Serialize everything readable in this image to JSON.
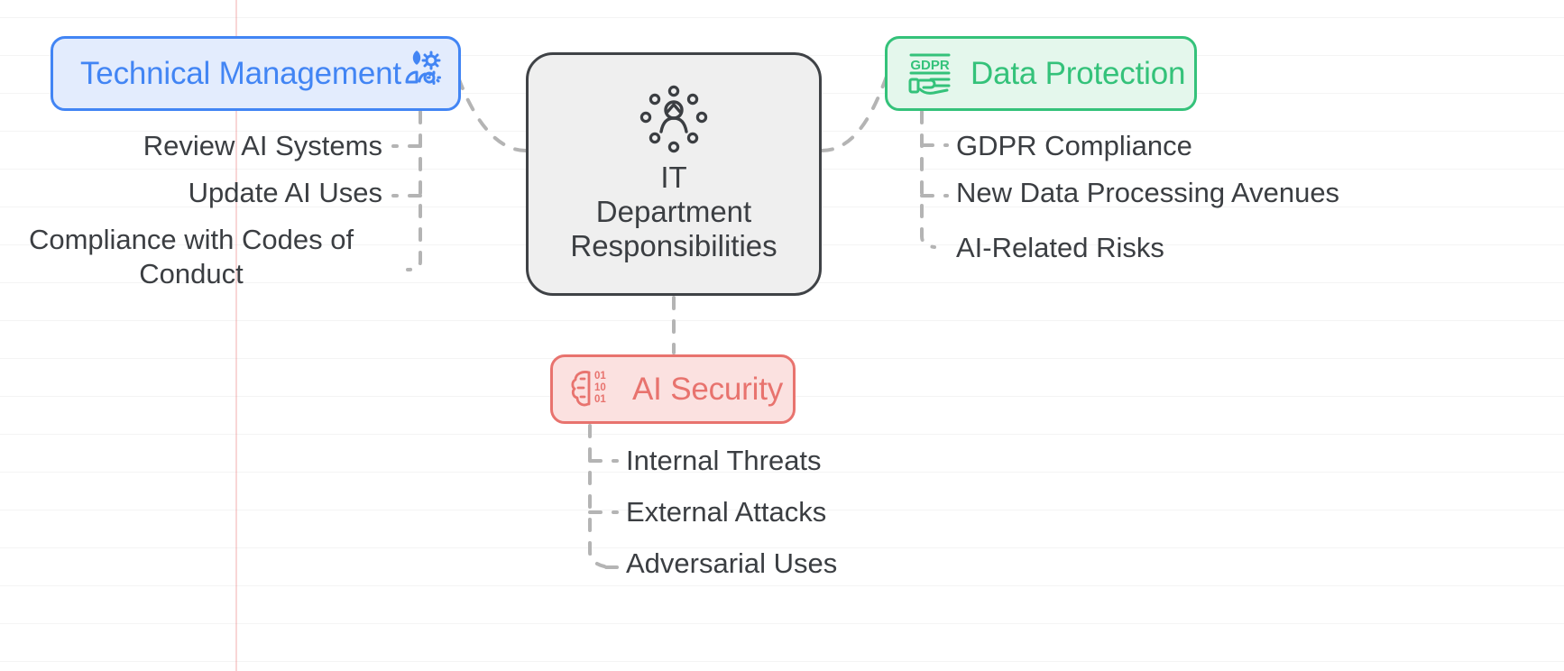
{
  "diagram": {
    "type": "mind-map",
    "background": {
      "style": "ruled-paper",
      "line_color": "#ebebeb",
      "margin_line_color": "#f3c9c9"
    },
    "center": {
      "icon": "network-person-icon",
      "title_lines": [
        "IT",
        "Department",
        "Responsibilities"
      ],
      "border_color": "#3f4246",
      "fill_color": "#efefef"
    },
    "branches": [
      {
        "id": "technical-management",
        "label": "Technical Management",
        "icon": "person-gear-icon",
        "color": "#4285f4",
        "fill": "#e3ecfd",
        "position": "left",
        "children": [
          "Review AI Systems",
          "Update AI Uses",
          "Compliance with Codes of Conduct"
        ]
      },
      {
        "id": "data-protection",
        "label": "Data Protection",
        "icon": "gdpr-hand-icon",
        "icon_text": "GDPR",
        "color": "#34c27a",
        "fill": "#e4f7ec",
        "position": "right",
        "children": [
          "GDPR Compliance",
          "New Data Processing Avenues",
          "AI-Related Risks"
        ]
      },
      {
        "id": "ai-security",
        "label": "AI Security",
        "icon": "brain-binary-icon",
        "color": "#e8736e",
        "fill": "#fbe1e0",
        "position": "bottom",
        "children": [
          "Internal Threats",
          "External Attacks",
          "Adversarial Uses"
        ]
      }
    ],
    "connector": {
      "style": "dashed",
      "color": "#b3b3b3"
    }
  }
}
